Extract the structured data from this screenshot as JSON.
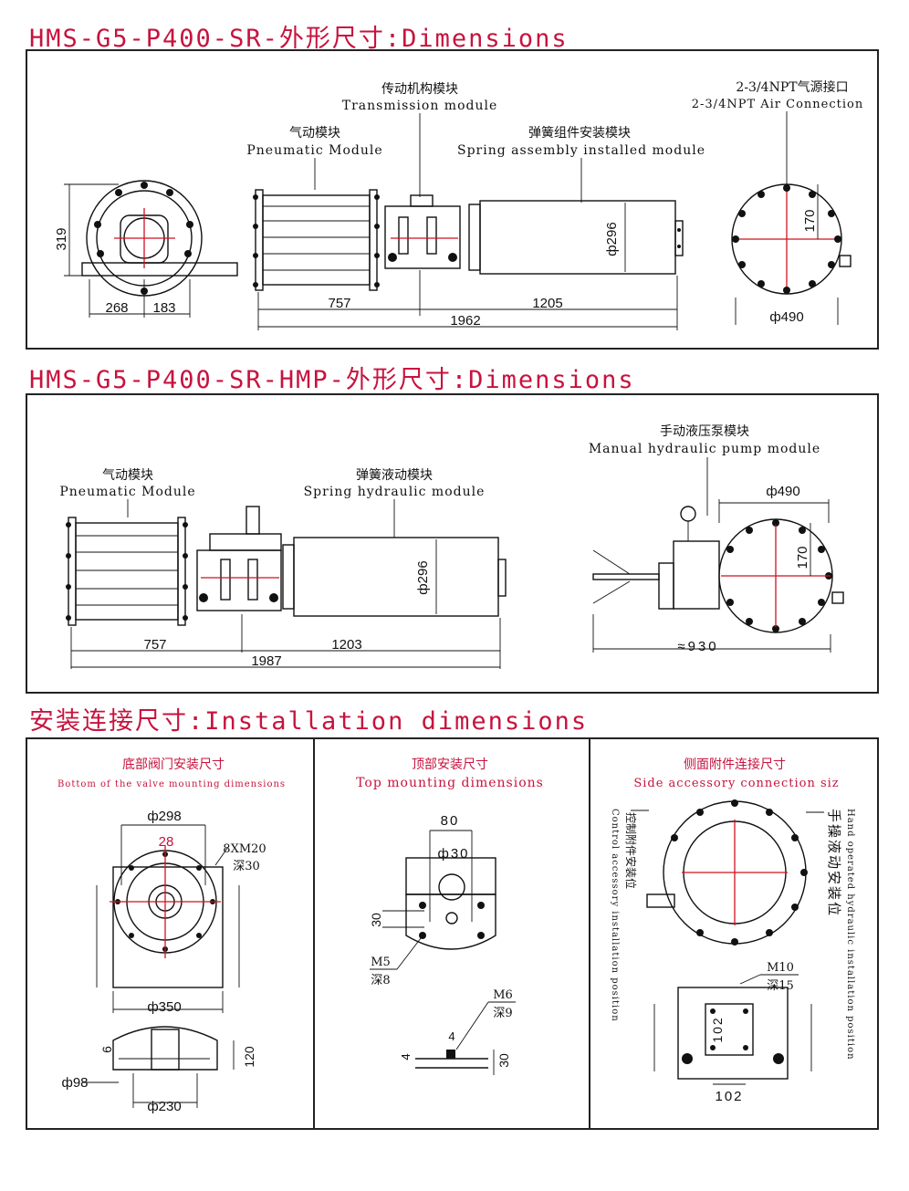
{
  "headings": {
    "h1": "HMS-G5-P400-SR-外形尺寸:Dimensions",
    "h2": "HMS-G5-P400-SR-HMP-外形尺寸:Dimensions",
    "h3": "安装连接尺寸:Installation dimensions"
  },
  "panel1": {
    "transmission_cn": "传动机构模块",
    "transmission_en": "Transmission module",
    "pneumatic_cn": "气动模块",
    "pneumatic_en": "Pneumatic Module",
    "spring_cn": "弹簧组件安装模块",
    "spring_en": "Spring assembly installed module",
    "air_cn": "2-3/4NPT气源接口",
    "air_en": "2-3/4NPT Air Connection",
    "dim_319": "319",
    "dim_268": "268",
    "dim_183": "183",
    "dim_757": "757",
    "dim_1205": "1205",
    "dim_1962": "1962",
    "dim_phi296": "ф296",
    "dim_170": "170",
    "dim_phi490": "ф490"
  },
  "panel2": {
    "pneumatic_cn": "气动模块",
    "pneumatic_en": "Pneumatic Module",
    "spring_cn": "弹簧液动模块",
    "spring_en": "Spring hydraulic module",
    "pump_cn": "手动液压泵模块",
    "pump_en": "Manual hydraulic pump module",
    "dim_757": "757",
    "dim_1203": "1203",
    "dim_1987": "1987",
    "dim_phi296": "ф296",
    "dim_phi490": "ф490",
    "dim_170": "170",
    "dim_930": "≈930"
  },
  "panel3": {
    "title_cn": "底部阀门安装尺寸",
    "title_en": "Bottom of the valve mounting dimensions",
    "phi298": "ф298",
    "dim_28": "28",
    "thread": "8XM20",
    "depth": "深30",
    "phi350": "ф350",
    "dim_6": "6",
    "dim_120": "120",
    "phi98": "ф98",
    "phi230": "ф230"
  },
  "panel4": {
    "title_cn": "顶部安装尺寸",
    "title_en": "Top mounting dimensions",
    "dim_80": "80",
    "phi30": "ф30",
    "dim_30a": "30",
    "m5": "M5",
    "depth8": "深8",
    "m6": "M6",
    "depth9": "深9",
    "dim_4a": "4",
    "dim_4b": "4",
    "dim_30b": "30"
  },
  "panel5": {
    "title_cn": "侧面附件连接尺寸",
    "title_en": "Side accessory connection siz",
    "left_cn": "控制附件安装位",
    "left_en": "Control accessory installation position",
    "right_cn": "手操液动安装位",
    "right_en": "Hand operated hydraulic installation position",
    "m10": "M10",
    "depth15": "深15",
    "dim_102v": "102",
    "dim_102h": "102"
  }
}
